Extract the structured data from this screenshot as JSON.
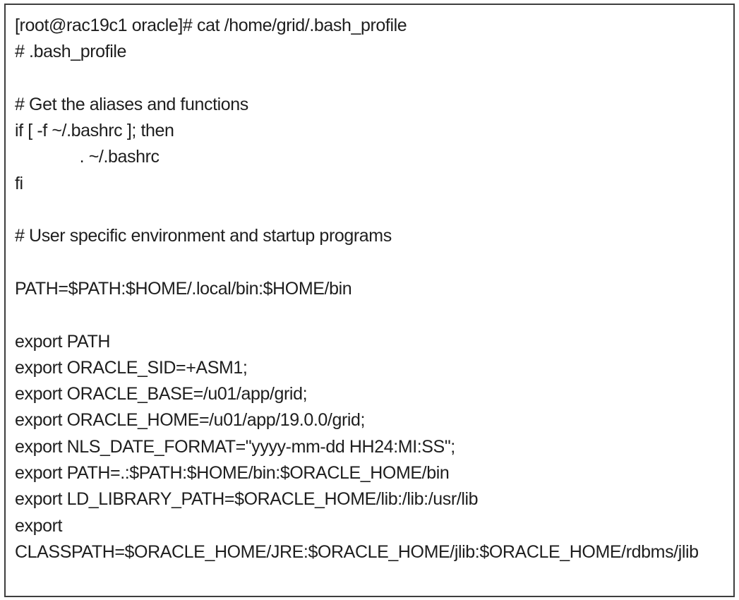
{
  "colors": {
    "background": "#ffffff",
    "frame_border": "#3e3e3e",
    "text": "#1e1e1e"
  },
  "terminal": {
    "prompt": "[root@rac19c1 oracle]#",
    "command": "cat /home/grid/.bash_profile",
    "lines": [
      "[root@rac19c1 oracle]# cat /home/grid/.bash_profile",
      "# .bash_profile",
      "",
      "# Get the aliases and functions",
      "if [ -f ~/.bashrc ]; then",
      "              . ~/.bashrc",
      "fi",
      "",
      "# User specific environment and startup programs",
      "",
      "PATH=$PATH:$HOME/.local/bin:$HOME/bin",
      "",
      "export PATH",
      "export ORACLE_SID=+ASM1;",
      "export ORACLE_BASE=/u01/app/grid;",
      "export ORACLE_HOME=/u01/app/19.0.0/grid;",
      "export NLS_DATE_FORMAT=\"yyyy-mm-dd HH24:MI:SS\";",
      "export PATH=.:$PATH:$HOME/bin:$ORACLE_HOME/bin",
      "export LD_LIBRARY_PATH=$ORACLE_HOME/lib:/lib:/usr/lib",
      "export",
      "CLASSPATH=$ORACLE_HOME/JRE:$ORACLE_HOME/jlib:$ORACLE_HOME/rdbms/jlib"
    ]
  }
}
